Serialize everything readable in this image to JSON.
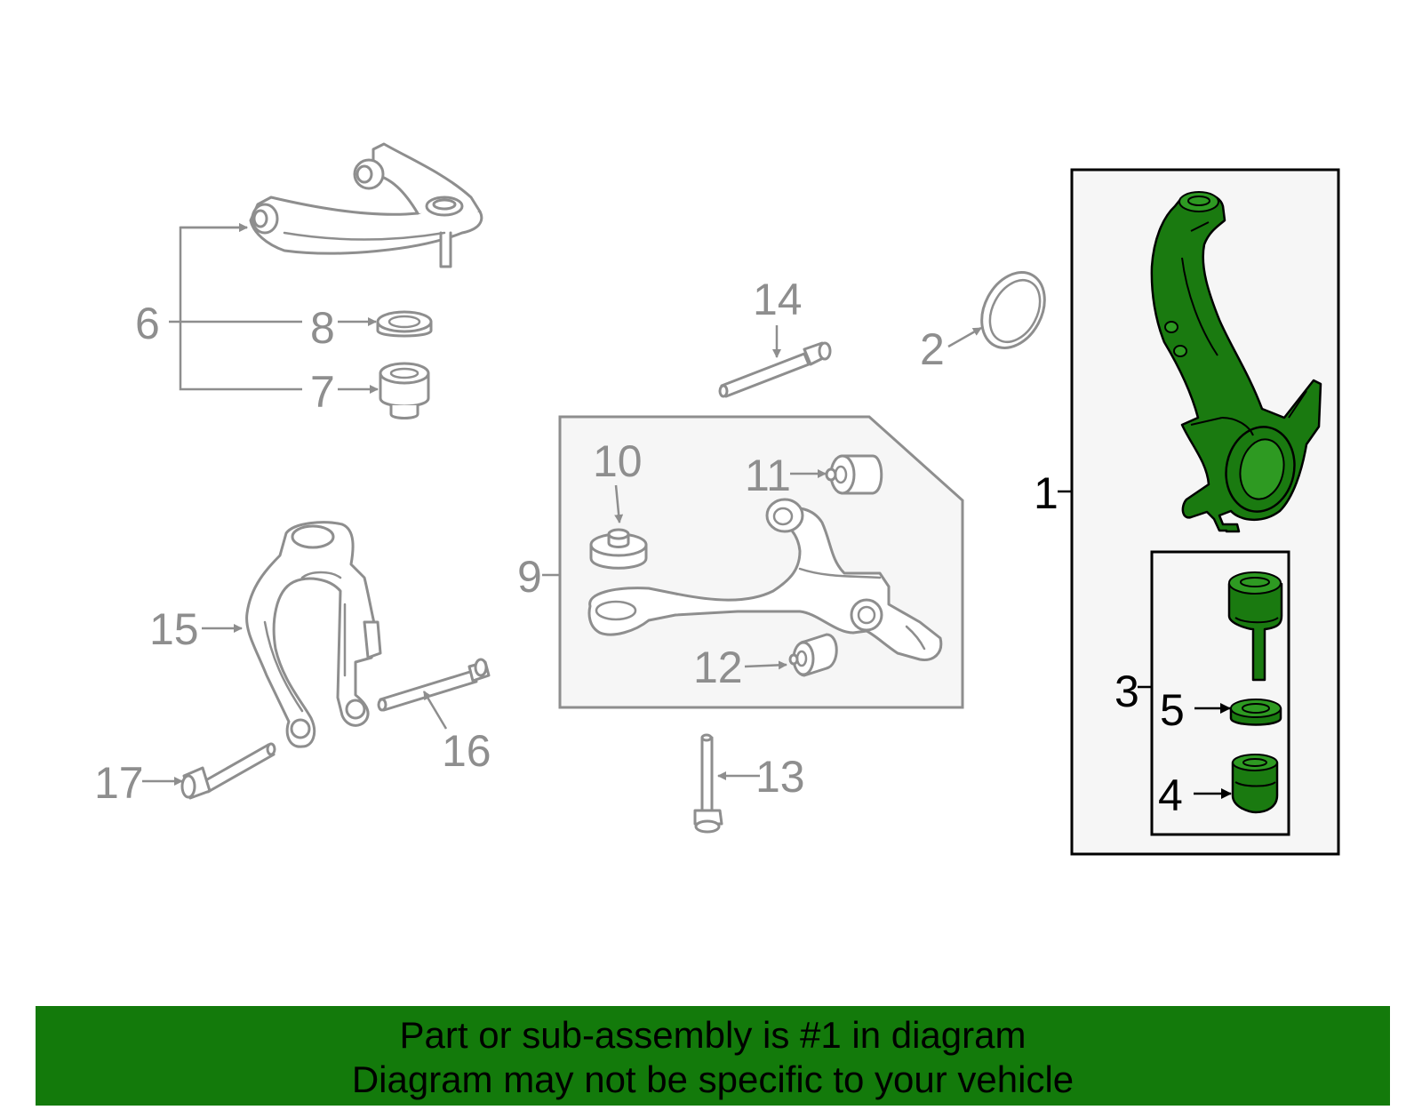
{
  "callouts": {
    "n1": "1",
    "n2": "2",
    "n3": "3",
    "n4": "4",
    "n5": "5",
    "n6": "6",
    "n7": "7",
    "n8": "8",
    "n9": "9",
    "n10": "10",
    "n11": "11",
    "n12": "12",
    "n13": "13",
    "n14": "14",
    "n15": "15",
    "n16": "16",
    "n17": "17"
  },
  "highlight": {
    "part_numbers": [
      "1",
      "3",
      "4",
      "5"
    ],
    "color": "#137a0b",
    "callout_color": "#000000",
    "other_color": "#8e8e8e"
  },
  "footer": {
    "line1": "Part or sub-assembly is #1 in diagram",
    "line2": "Diagram may not be specific to your vehicle",
    "background": "#137a0b"
  }
}
